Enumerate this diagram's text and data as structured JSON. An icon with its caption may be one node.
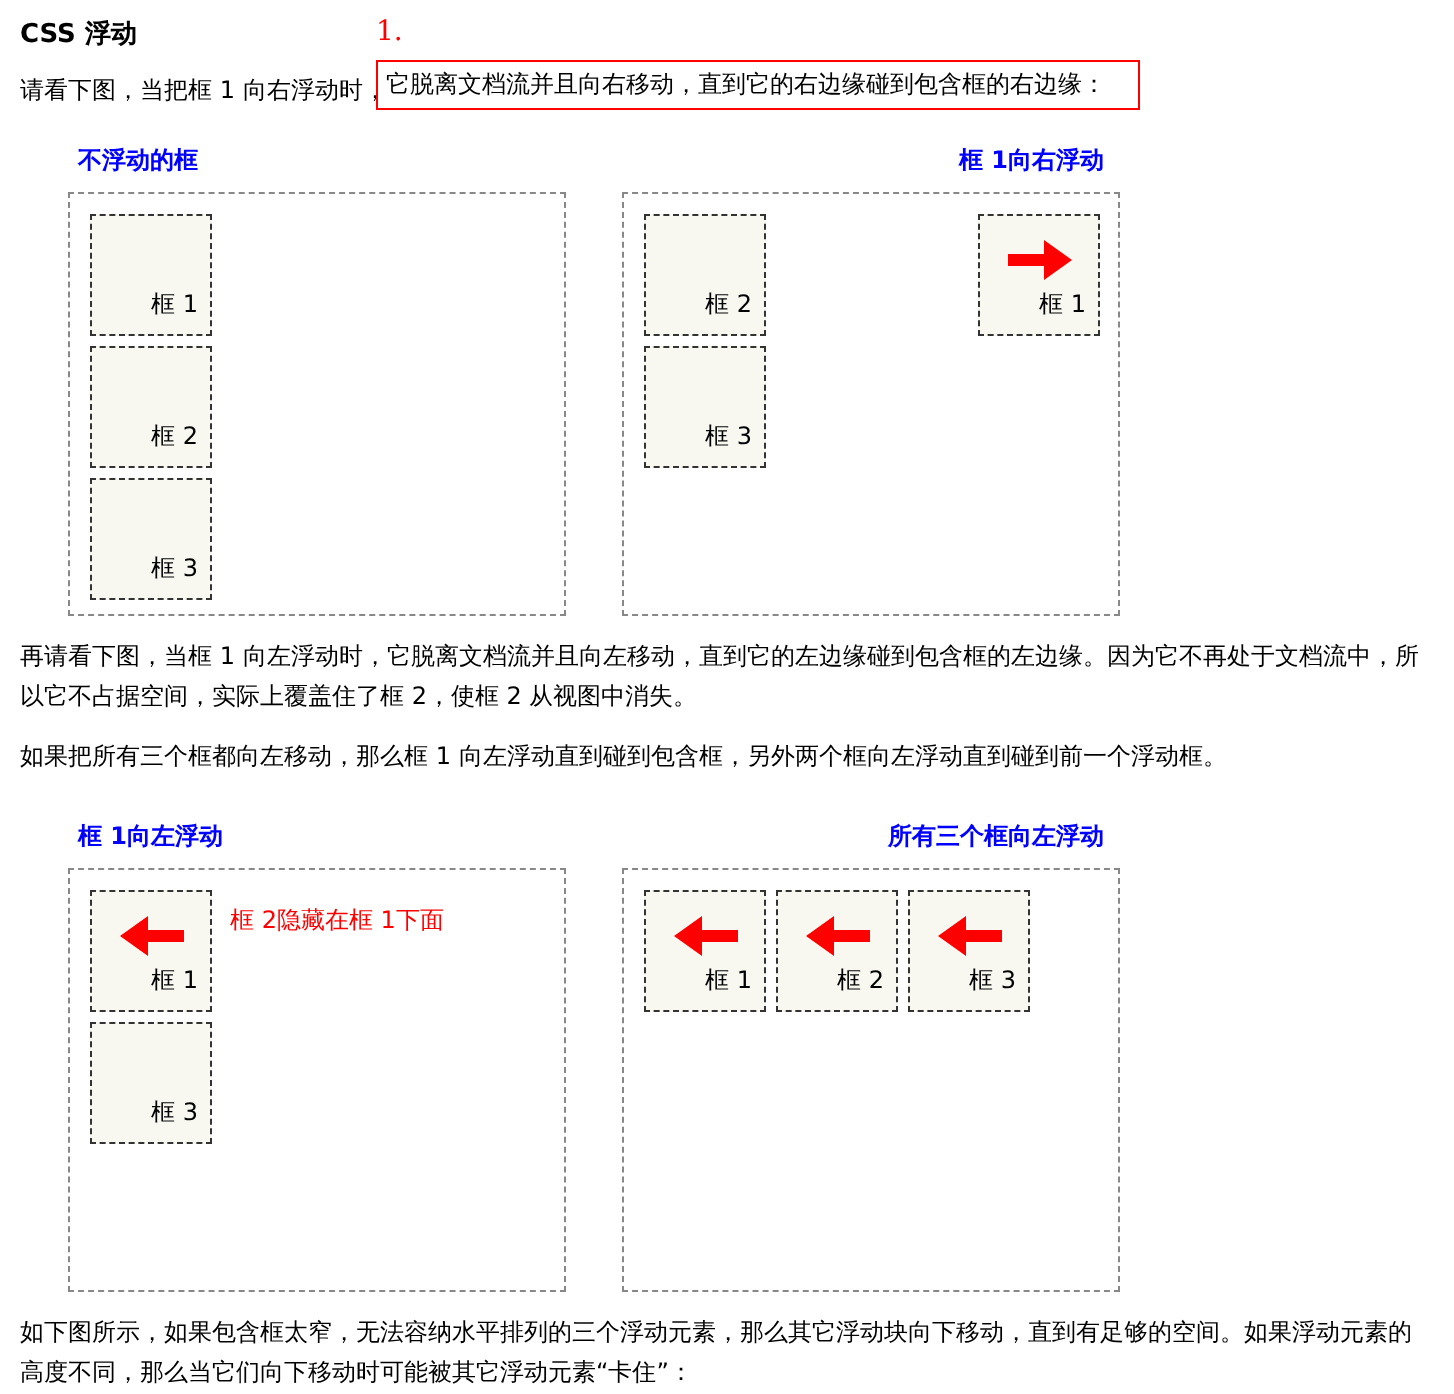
{
  "diagram": {
    "title": "CSS 浮动",
    "nodes": [
      {
        "text": [
          "它脱离文档流并且向右移动，直到它的右边缘碰到包含框的右边缘："
        ],
        "beside": [
          "1."
        ]
      },
      {
        "text": [
          "不浮动的框"
        ]
      },
      {
        "text": [
          "框 1"
        ],
        "in": 1
      },
      {
        "text": [
          "框 2"
        ],
        "in": 1
      },
      {
        "text": [
          "框 3"
        ],
        "in": 1
      },
      {
        "text": [
          "框 1向右浮动"
        ]
      },
      {
        "text": [
          "框 2"
        ],
        "in": 5
      },
      {
        "text": [
          "框 1"
        ],
        "in": 5
      },
      {
        "text": [
          "框 3"
        ],
        "in": 5
      },
      {
        "text": [
          "框 1向左浮动"
        ]
      },
      {
        "text": [
          "框 1"
        ],
        "in": 9
      },
      {
        "text": [
          "框 3"
        ],
        "in": 9
      },
      {
        "text": [
          "所有三个框向左浮动"
        ]
      },
      {
        "text": [
          "框 1"
        ],
        "in": 12
      },
      {
        "text": [
          "框 2"
        ],
        "in": 12
      },
      {
        "text": [
          "框 3"
        ],
        "in": 12
      }
    ],
    "labels": [
      "请看下图，当把框 1 向右浮动时，",
      "再请看下图，当框 1 向左浮动时，它脱离文档流并且向左移动，直到它的左边缘碰到包含框的左边缘。因为它不再处于文档流中，所以它不占据空间，实际上覆盖住了框 2，使框 2 从视图中消失。",
      "如果把所有三个框都向左移动，那么框 1 向左浮动直到碰到包含框，另外两个框向左浮动直到碰到前一个浮动框。",
      "框 2隐藏在框 1下面",
      "如下图所示，如果包含框太窄，无法容纳水平排列的三个浮动元素，那么其它浮动块向下移动，直到有足够的空间。如果浮动元素的高度不同，那么当它们向下移动时可能被其它浮动元素“卡住”："
    ]
  }
}
